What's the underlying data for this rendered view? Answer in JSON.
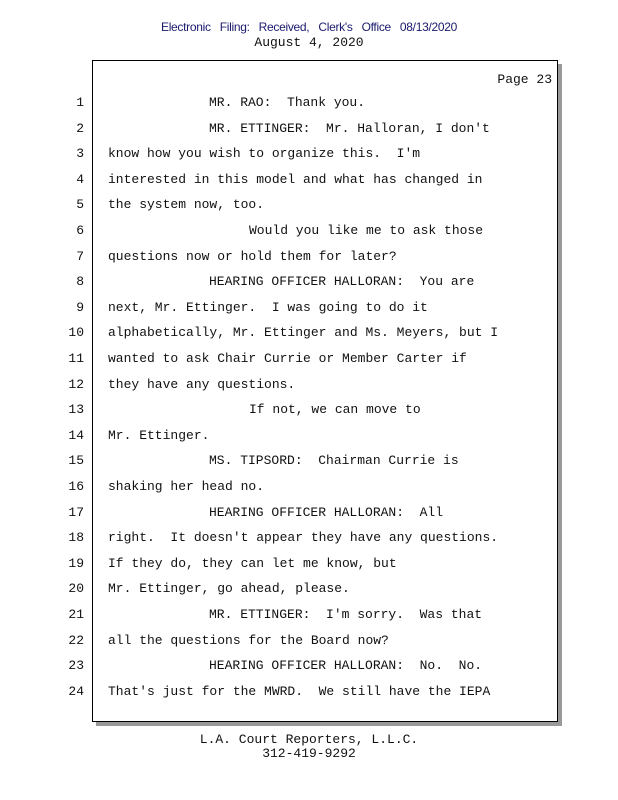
{
  "stamp": "Electronic Filing: Received, Clerk's Office 08/13/2020",
  "date": "August 4, 2020",
  "page_label": "Page 23",
  "lines": [
    {
      "n": "1",
      "indent": 2,
      "text": "MR. RAO:  Thank you."
    },
    {
      "n": "2",
      "indent": 2,
      "text": "MR. ETTINGER:  Mr. Halloran, I don't"
    },
    {
      "n": "3",
      "indent": 0,
      "text": "know how you wish to organize this.  I'm"
    },
    {
      "n": "4",
      "indent": 0,
      "text": "interested in this model and what has changed in"
    },
    {
      "n": "5",
      "indent": 0,
      "text": "the system now, too."
    },
    {
      "n": "6",
      "indent": 3,
      "text": "Would you like me to ask those"
    },
    {
      "n": "7",
      "indent": 0,
      "text": "questions now or hold them for later?"
    },
    {
      "n": "8",
      "indent": 2,
      "text": "HEARING OFFICER HALLORAN:  You are"
    },
    {
      "n": "9",
      "indent": 0,
      "text": "next, Mr. Ettinger.  I was going to do it"
    },
    {
      "n": "10",
      "indent": 0,
      "text": "alphabetically, Mr. Ettinger and Ms. Meyers, but I"
    },
    {
      "n": "11",
      "indent": 0,
      "text": "wanted to ask Chair Currie or Member Carter if"
    },
    {
      "n": "12",
      "indent": 0,
      "text": "they have any questions."
    },
    {
      "n": "13",
      "indent": 3,
      "text": "If not, we can move to"
    },
    {
      "n": "14",
      "indent": 0,
      "text": "Mr. Ettinger."
    },
    {
      "n": "15",
      "indent": 2,
      "text": "MS. TIPSORD:  Chairman Currie is"
    },
    {
      "n": "16",
      "indent": 0,
      "text": "shaking her head no."
    },
    {
      "n": "17",
      "indent": 2,
      "text": "HEARING OFFICER HALLORAN:  All"
    },
    {
      "n": "18",
      "indent": 0,
      "text": "right.  It doesn't appear they have any questions."
    },
    {
      "n": "19",
      "indent": 0,
      "text": "If they do, they can let me know, but"
    },
    {
      "n": "20",
      "indent": 0,
      "text": "Mr. Ettinger, go ahead, please."
    },
    {
      "n": "21",
      "indent": 2,
      "text": "MR. ETTINGER:  I'm sorry.  Was that"
    },
    {
      "n": "22",
      "indent": 0,
      "text": "all the questions for the Board now?"
    },
    {
      "n": "23",
      "indent": 2,
      "text": "HEARING OFFICER HALLORAN:  No.  No."
    },
    {
      "n": "24",
      "indent": 0,
      "text": "That's just for the MWRD.  We still have the IEPA"
    }
  ],
  "footer": {
    "company": "L.A. Court Reporters, L.L.C.",
    "phone": "312-419-9292"
  }
}
